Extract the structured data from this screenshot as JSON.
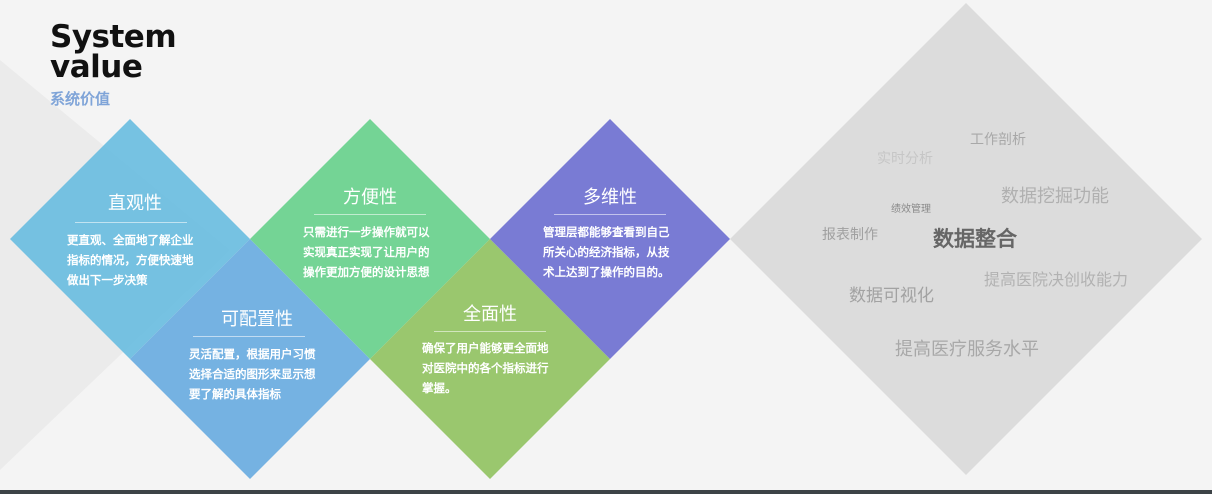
{
  "heading": {
    "title_line1": "System",
    "title_line2": "value",
    "subtitle": "系统价值"
  },
  "cards": [
    {
      "title": "直观性",
      "lines": [
        "更直观、全面地了解企业",
        "指标的情况，方便快速地",
        "做出下一步决策"
      ],
      "color": "#6fbfe0"
    },
    {
      "title": "可配置性",
      "lines": [
        "灵活配置，根据用户习惯",
        "选择合适的图形来显示想",
        "要了解的具体指标"
      ],
      "color": "#6eaee0"
    },
    {
      "title": "方便性",
      "lines": [
        "只需进行一步操作就可以",
        "实现真正实现了让用户的",
        "操作更加方便的设计思想"
      ],
      "color": "#6dd28f"
    },
    {
      "title": "全面性",
      "lines": [
        "确保了用户能够更全面地",
        "对医院中的各个指标进行",
        "掌握。"
      ],
      "color": "#95c466"
    },
    {
      "title": "多维性",
      "lines": [
        "管理层都能够查看到自己",
        "所关心的经济指标，从技",
        "术上达到了操作的目的。"
      ],
      "color": "#7274d2"
    }
  ],
  "keywords": {
    "realtime": "实时分析",
    "work": "工作剖析",
    "mining": "数据挖掘功能",
    "perf": "绩效管理",
    "report": "报表制作",
    "integration": "数据整合",
    "income": "提高医院决创收能力",
    "visual": "数据可视化",
    "service": "提高医疗服务水平"
  },
  "colors": {
    "gray_diamond": "#dcdcdc",
    "bottom_bar": "#3d4347",
    "subtitle": "#7fa4d8"
  }
}
